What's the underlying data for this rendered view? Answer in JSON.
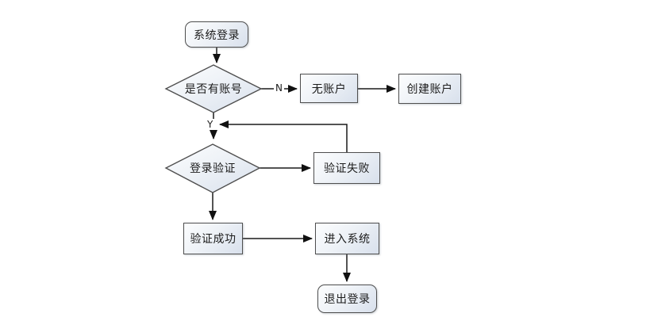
{
  "page": {
    "background": "#ffffff"
  },
  "flowchart": {
    "nodes": [
      {
        "id": "start",
        "label": "系统登录",
        "type": "rounded-terminator"
      },
      {
        "id": "has-account",
        "label": "是否有账号",
        "type": "decision"
      },
      {
        "id": "no-account",
        "label": "无账户",
        "type": "process"
      },
      {
        "id": "create-account",
        "label": "创建账户",
        "type": "process"
      },
      {
        "id": "login-verify",
        "label": "登录验证",
        "type": "decision"
      },
      {
        "id": "verify-fail",
        "label": "验证失败",
        "type": "process"
      },
      {
        "id": "verify-success",
        "label": "验证成功",
        "type": "process"
      },
      {
        "id": "enter-system",
        "label": "进入系统",
        "type": "process"
      },
      {
        "id": "logout",
        "label": "退出登录",
        "type": "rounded-terminator"
      }
    ],
    "edges": [
      {
        "from": "start",
        "to": "has-account",
        "label": ""
      },
      {
        "from": "has-account",
        "to": "no-account",
        "label": "N"
      },
      {
        "from": "no-account",
        "to": "create-account",
        "label": ""
      },
      {
        "from": "has-account",
        "to": "login-verify",
        "label": "Y"
      },
      {
        "from": "verify-fail",
        "to": "login-verify",
        "label": ""
      },
      {
        "from": "login-verify",
        "to": "verify-fail",
        "label": ""
      },
      {
        "from": "login-verify",
        "to": "verify-success",
        "label": ""
      },
      {
        "from": "verify-success",
        "to": "enter-system",
        "label": ""
      },
      {
        "from": "enter-system",
        "to": "logout",
        "label": ""
      }
    ],
    "colors": {
      "page_bg": "#ffffff",
      "node_fill_top": "#fcfdfe",
      "node_fill_bottom": "#d8e0ec",
      "node_border": "#4f4f4f",
      "line": "#1a1a1a",
      "text": "#1c1c1c"
    }
  }
}
